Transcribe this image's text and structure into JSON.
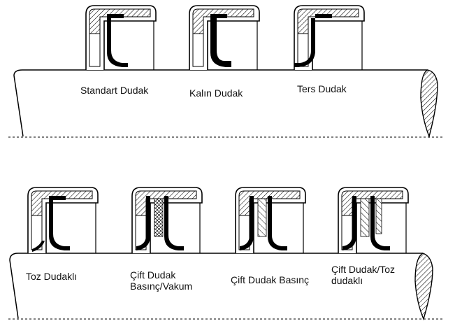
{
  "rows": [
    {
      "seals": [
        {
          "label_lines": [
            "Standart Dudak"
          ],
          "type": "standart"
        },
        {
          "label_lines": [
            "Kalın Dudak"
          ],
          "type": "kalin"
        },
        {
          "label_lines": [
            "Ters Dudak"
          ],
          "type": "ters"
        }
      ]
    },
    {
      "seals": [
        {
          "label_lines": [
            "Toz Dudaklı"
          ],
          "type": "toz"
        },
        {
          "label_lines": [
            "Çift Dudak",
            "Basınç/Vakum"
          ],
          "type": "cift-vakum"
        },
        {
          "label_lines": [
            "Çift Dudak Basınç"
          ],
          "type": "cift-basinc"
        },
        {
          "label_lines": [
            "Çift Dudak/Toz",
            "dudaklı"
          ],
          "type": "cift-toz"
        }
      ]
    }
  ]
}
